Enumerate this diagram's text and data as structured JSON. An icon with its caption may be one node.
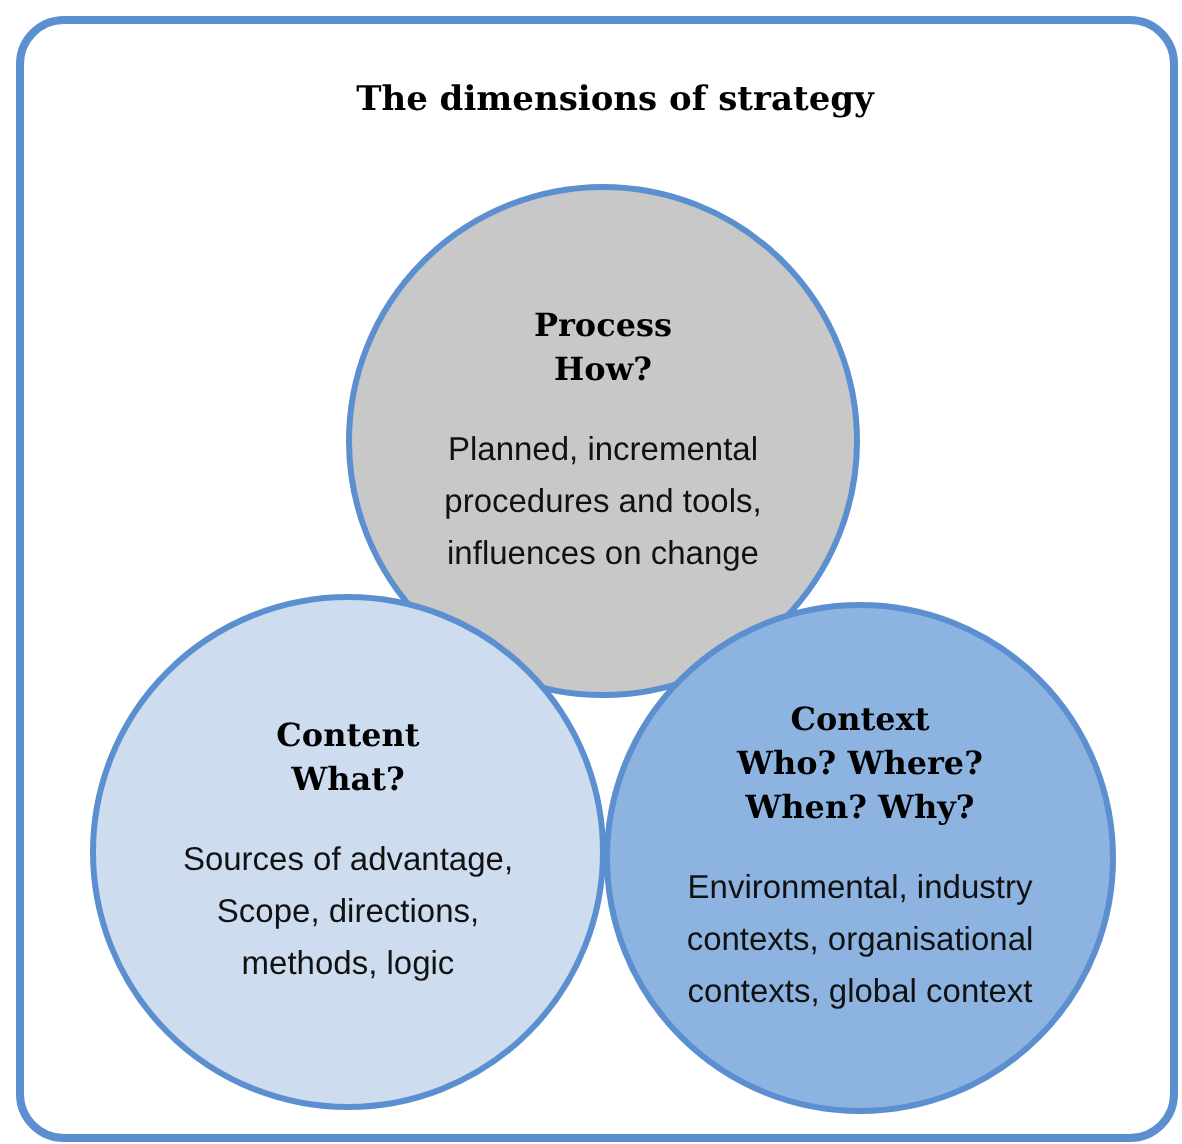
{
  "diagram": {
    "nodes": [
      {
        "text": [
          "The dimensions of strategy"
        ]
      },
      {
        "text": [
          "Process",
          "How?",
          "Planned, incremental procedures and tools, influences on change"
        ],
        "in": 0
      },
      {
        "text": [
          "Content",
          "What?",
          "Sources of advantage, Scope, directions, methods, logic"
        ],
        "in": 0
      },
      {
        "text": [
          "Context",
          "Who? Where? When? Why?",
          "Environmental, industry contexts, organisational contexts, global context"
        ],
        "in": 0
      }
    ]
  }
}
